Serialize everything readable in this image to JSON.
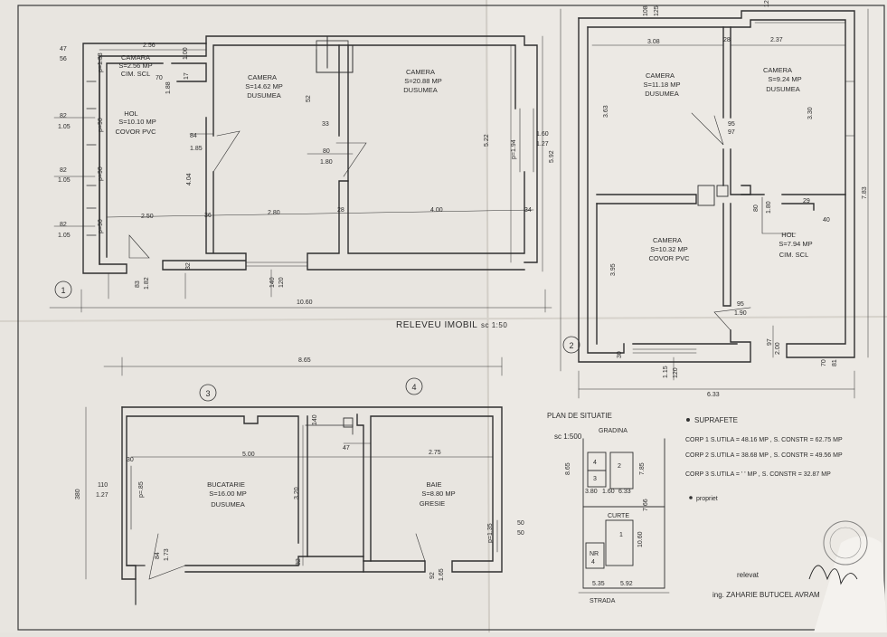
{
  "title": "RELEVEU IMOBIL",
  "scale": "sc 1:50",
  "bodies": {
    "c1": "1",
    "c2": "2",
    "c3": "3",
    "c4": "4"
  },
  "rooms": {
    "b1_camara": {
      "name": "CAMARA",
      "area": "S=2.56 MP",
      "floor": "CIM. SCL"
    },
    "b1_hol": {
      "name": "HOL",
      "area": "S=10.10 MP",
      "floor": "COVOR PVC"
    },
    "b1_camera1": {
      "name": "CAMERA",
      "area": "S=14.62 MP",
      "floor": "DUSUMEA"
    },
    "b1_camera2": {
      "name": "CAMERA",
      "area": "S=20.88 MP",
      "floor": "DUSUMEA"
    },
    "b2_camera_tl": {
      "name": "CAMERA",
      "area": "S=11.18 MP",
      "floor": "DUSUMEA"
    },
    "b2_camera_tr": {
      "name": "CAMERA",
      "area": "S=9.24 MP",
      "floor": "DUSUMEA"
    },
    "b2_camera_bl": {
      "name": "CAMERA",
      "area": "S=10.32 MP",
      "floor": "COVOR PVC"
    },
    "b2_hol": {
      "name": "HOL",
      "area": "S=7.94 MP",
      "floor": "CIM. SCL"
    },
    "b3_bucatarie": {
      "name": "BUCATARIE",
      "area": "S=16.00 MP",
      "floor": "DUSUMEA"
    },
    "b4_baie": {
      "name": "BAIE",
      "area": "S=8.80 MP",
      "floor": "GRESIE"
    }
  },
  "dims1": {
    "d_47": "47",
    "d_56": "56",
    "d_256": "2.56",
    "d_133": "p=1.33",
    "d_100": "1.00",
    "d_70": "70",
    "d_188": "1.88",
    "d_17": "17",
    "d_82a": "82",
    "d_105a": "1.05",
    "d_p90a": "p=90",
    "d_84": "84",
    "d_185": "1.85",
    "d_82b": "82",
    "d_105b": "1.05",
    "d_p90b": "p=90",
    "d_82c": "82",
    "d_105c": "1.05",
    "d_p90c": "p=90",
    "d_250": "2.50",
    "d_36": "36",
    "d_280": "2.80",
    "d_28": "28",
    "d_400": "4.00",
    "d_34": "34",
    "d_404": "4.04",
    "d_52": "52",
    "d_33": "33",
    "d_80": "80",
    "d_180": "1.80",
    "d_522": "5.22",
    "d_p194": "p=1.94",
    "d_160": "1.60",
    "d_127": "1.27",
    "d_592": "5.92",
    "d_83": "83",
    "d_182": "1.82",
    "d_32": "32",
    "d_140": "140",
    "d_120": "120",
    "d_1060": "10.60"
  },
  "dims2": {
    "d_108": "108",
    "d_125": "125",
    "d_12": "12",
    "d_308": "3.08",
    "d_28": "28",
    "d_237": "2.37",
    "d_363": "3.63",
    "d_330": "3.30",
    "d_95a": "95",
    "d_97": "97",
    "d_80": "80",
    "d_180": "1.80",
    "d_29": "29",
    "d_40": "40",
    "d_395": "3.95",
    "d_95b": "95",
    "d_190": "1.90",
    "d_97b": "97",
    "d_200": "2.00",
    "d_30": "30",
    "d_115": "1.15",
    "d_120": "120",
    "d_70": "70",
    "d_81": "81",
    "d_633": "6.33",
    "d_783": "7.83"
  },
  "dims34": {
    "d_865": "8.65",
    "d_140": "140",
    "d_47": "47",
    "d_30": "30",
    "d_500": "5.00",
    "d_275": "2.75",
    "d_380": "380",
    "d_110": "110",
    "d_127": "1.27",
    "d_p85": "p=.85",
    "d_320": "3.20",
    "d_84": "84",
    "d_173": "1.73",
    "d_32": "32",
    "d_92": "92",
    "d_165": "1.65",
    "d_p135": "p=1.35",
    "d_50a": "50",
    "d_50b": "50"
  },
  "site": {
    "title": "PLAN DE SITUATIE",
    "scale": "sc 1:500",
    "gradina": "GRADINA",
    "curte": "CURTE",
    "strada": "STRADA",
    "nr": "NR",
    "nr_val": "4",
    "c1": "1",
    "c2": "2",
    "c3": "3",
    "c4": "4",
    "d_865": "8.65",
    "d_785": "7.85",
    "d_380": "3.80",
    "d_160": "1.60",
    "d_633": "6.33",
    "d_766": "7.66",
    "d_1060": "10.60",
    "d_535": "5.35",
    "d_592": "5.92"
  },
  "summary": {
    "heading": "SUPRAFETE",
    "corp1": "CORP 1   S.UTILA = 48.16 MP , S. CONSTR = 62.75 MP",
    "corp2": "CORP 2   S.UTILA = 38.68 MP , S. CONSTR = 49.56 MP",
    "corp3": "CORP 3   S.UTILA = ' ' MP , S. CONSTR = 32.87 MP",
    "proprietar": "propriet"
  },
  "signature": {
    "relevat": "relevat",
    "engineer": "ing. ZAHARIE BUTUCEL AVRAM"
  }
}
